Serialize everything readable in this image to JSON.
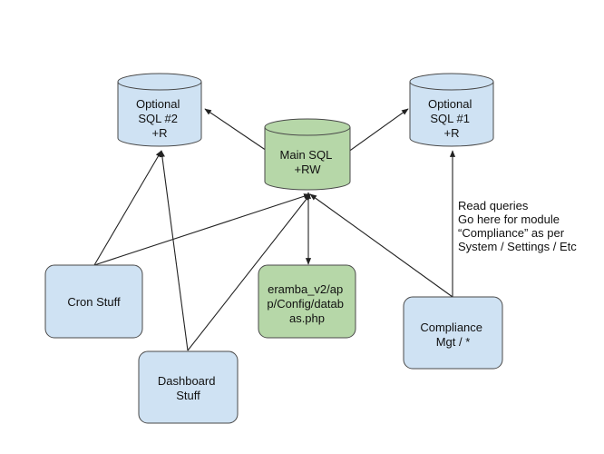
{
  "colors": {
    "blue_fill": "#cfe2f3",
    "green_fill": "#b6d7a8",
    "stroke": "#4a4a4a",
    "edge": "#222222",
    "text": "#111111"
  },
  "nodes": {
    "optional_sql_2": {
      "shape": "cylinder",
      "lines": [
        "Optional",
        "SQL #2",
        "+R"
      ]
    },
    "main_sql": {
      "shape": "cylinder",
      "lines": [
        "Main SQL",
        "+RW"
      ]
    },
    "optional_sql_1": {
      "shape": "cylinder",
      "lines": [
        "Optional",
        "SQL #1",
        "+R"
      ]
    },
    "cron_stuff": {
      "shape": "rounded-rect",
      "lines": [
        "Cron Stuff"
      ]
    },
    "config_file": {
      "shape": "rounded-rect",
      "lines": [
        "eramba_v2/ap",
        "p/Config/datab",
        "as.php"
      ]
    },
    "compliance_mgt": {
      "shape": "rounded-rect",
      "lines": [
        "Compliance",
        "Mgt / *"
      ]
    },
    "dashboard_stuff": {
      "shape": "rounded-rect",
      "lines": [
        "Dashboard",
        "Stuff"
      ]
    }
  },
  "annotation": {
    "lines": [
      "Read queries",
      "Go here for module",
      "“Compliance” as per",
      "System / Settings / Etc"
    ]
  },
  "edges": [
    {
      "from": "main_sql",
      "to": "optional_sql_2",
      "arrow": "end"
    },
    {
      "from": "main_sql",
      "to": "optional_sql_1",
      "arrow": "end"
    },
    {
      "from": "cron_stuff",
      "to": "optional_sql_2",
      "arrow": "end"
    },
    {
      "from": "cron_stuff",
      "to": "main_sql",
      "arrow": "end"
    },
    {
      "from": "dashboard_stuff",
      "to": "optional_sql_2",
      "arrow": "end"
    },
    {
      "from": "dashboard_stuff",
      "to": "main_sql",
      "arrow": "end"
    },
    {
      "from": "config_file",
      "to": "main_sql",
      "arrow": "both"
    },
    {
      "from": "compliance_mgt",
      "to": "main_sql",
      "arrow": "end"
    },
    {
      "from": "compliance_mgt",
      "to": "optional_sql_1",
      "arrow": "end"
    }
  ]
}
